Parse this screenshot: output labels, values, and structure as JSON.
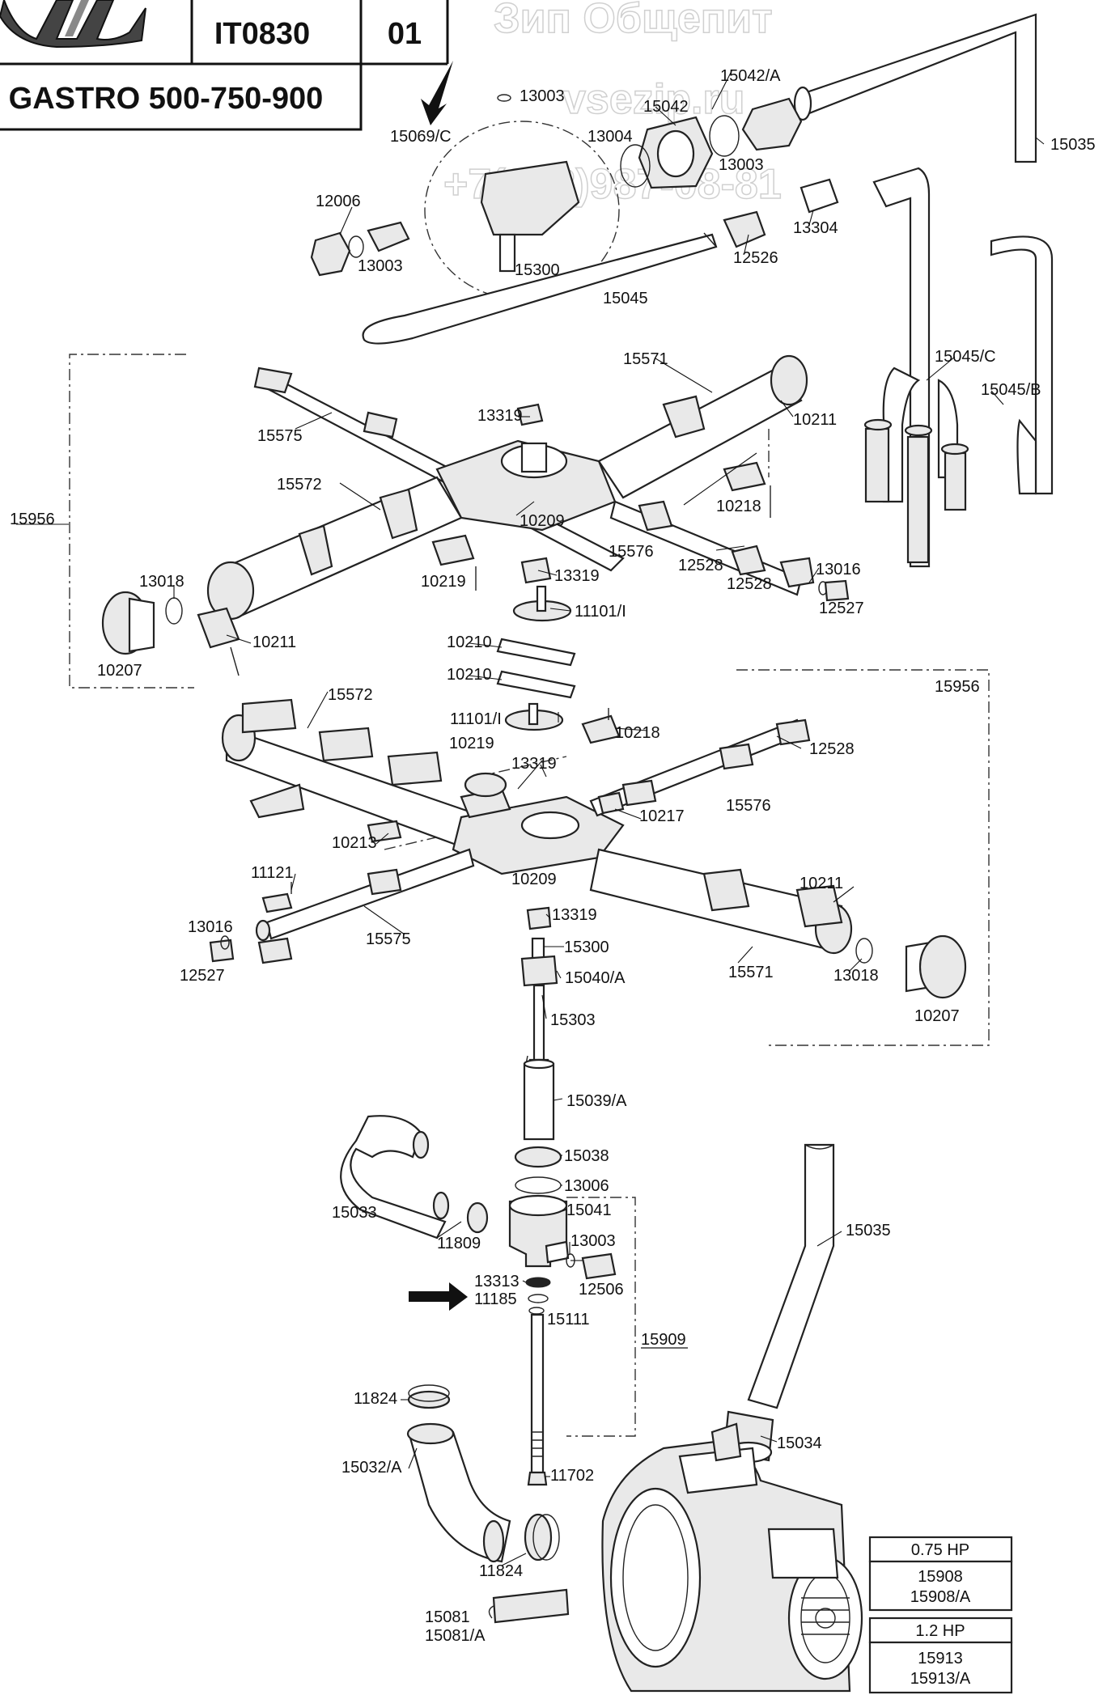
{
  "header": {
    "code": "IT0830",
    "sheet": "01",
    "model": "GASTRO 500-750-900"
  },
  "watermark": {
    "line1": "Зип Общепит",
    "line2": "vsezip.ru",
    "line3": "+7(812)987-08-81"
  },
  "labels": {
    "l15069c": "15069/C",
    "l13003a": "13003",
    "l13004": "13004",
    "l15042": "15042",
    "l15042a": "15042/A",
    "l13003b": "13003",
    "l15035a": "15035",
    "l12006": "12006",
    "l13003c": "13003",
    "l15300a": "15300",
    "l12526": "12526",
    "l13304": "13304",
    "l15045": "15045",
    "l15045c": "15045/C",
    "l15045b": "15045/B",
    "l15571a": "15571",
    "l13319a": "13319",
    "l10211a": "10211",
    "l15575a": "15575",
    "l10218a": "10218",
    "l15572a": "15572",
    "l10209a": "10209",
    "l15956a": "15956",
    "l15576a": "15576",
    "l12528a": "12528",
    "l13016a": "13016",
    "l12528b": "12528",
    "l12527a": "12527",
    "l13018a": "13018",
    "l10219a": "10219",
    "l13319b": "13319",
    "l11101a": "11101/I",
    "l10207a": "10207",
    "l10211b": "10211",
    "l10210a": "10210",
    "l10210b": "10210",
    "l15956b": "15956",
    "l15572b": "15572",
    "l11101b": "11101/I",
    "l10218b": "10218",
    "l10219b": "10219",
    "l12528c": "12528",
    "l13319c": "13319",
    "l15576b": "15576",
    "l10217": "10217",
    "l10213": "10213",
    "l10209b": "10209",
    "l11121": "11121",
    "l10211c": "10211",
    "l15575b": "15575",
    "l13016b": "13016",
    "l13319d": "13319",
    "l15300b": "15300",
    "l12527b": "12527",
    "l15040a": "15040/A",
    "l15571b": "15571",
    "l13018b": "13018",
    "l10207b": "10207",
    "l15303": "15303",
    "l15039a": "15039/A",
    "l15038": "15038",
    "l13006": "13006",
    "l15033": "15033",
    "l15041": "15041",
    "l15035b": "15035",
    "l11809": "11809",
    "l13003d": "13003",
    "l12506": "12506",
    "l13313": "13313",
    "l11185": "11185",
    "l15111": "15111",
    "l15909": "15909",
    "l11824a": "11824",
    "l15034": "15034",
    "l15032a": "15032/A",
    "l11702": "11702",
    "l11824b": "11824",
    "l15081": "15081",
    "l15081a": "15081/A"
  },
  "hp_table_1": {
    "head": "0.75 HP",
    "row1": "15908",
    "row2": "15908/A"
  },
  "hp_table_2": {
    "head": "1.2 HP",
    "row1": "15913",
    "row2": "15913/A"
  }
}
